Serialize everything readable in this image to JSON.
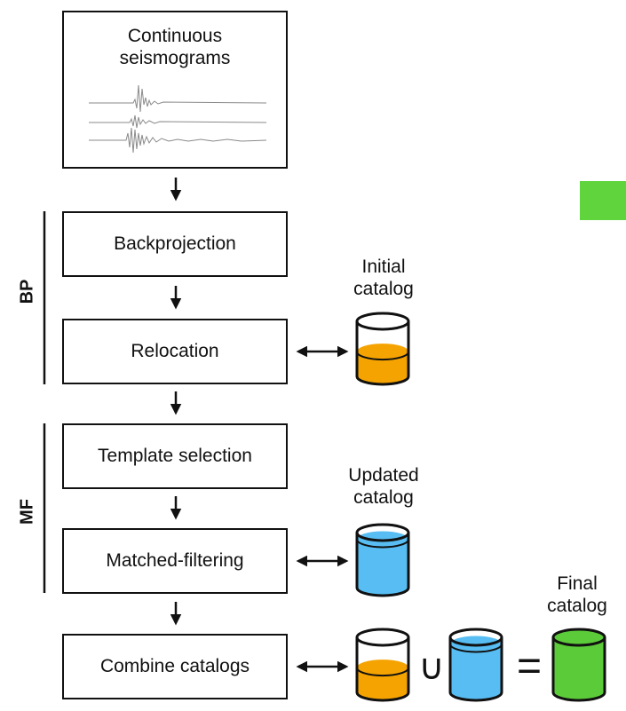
{
  "steps": {
    "continuous": "Continuous\nseismograms",
    "backprojection": "Backprojection",
    "relocation": "Relocation",
    "template": "Template selection",
    "matched": "Matched-filtering",
    "combine": "Combine catalogs"
  },
  "groups": {
    "bp": "BP",
    "mf": "MF"
  },
  "catalogs": {
    "initial": "Initial\ncatalog",
    "updated": "Updated\ncatalog",
    "final": "Final\ncatalog"
  },
  "operators": {
    "union": "∪",
    "equals": "="
  },
  "colors": {
    "orange": "#F5A300",
    "blue": "#57BDF2",
    "green": "#5CCB3A",
    "green_tag": "#5FD43D",
    "stroke": "#111111"
  }
}
